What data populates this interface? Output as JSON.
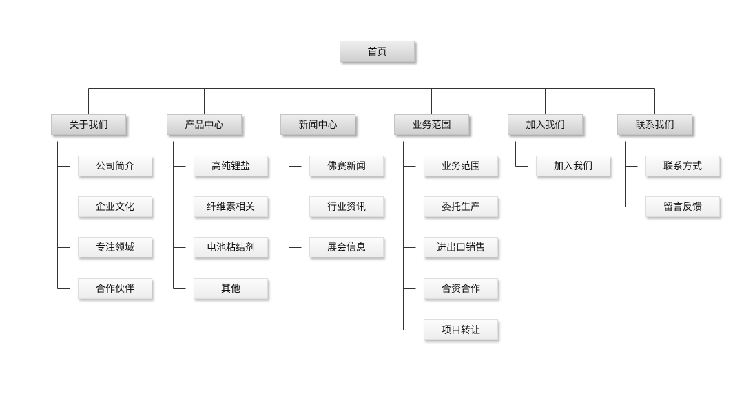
{
  "root": {
    "label": "首页"
  },
  "categories": [
    {
      "label": "关于我们",
      "items": [
        "公司简介",
        "企业文化",
        "专注领域",
        "合作伙伴"
      ]
    },
    {
      "label": "产品中心",
      "items": [
        "高纯锂盐",
        "纤维素相关",
        "电池粘结剂",
        "其他"
      ]
    },
    {
      "label": "新闻中心",
      "items": [
        "佛赛新闻",
        "行业资讯",
        "展会信息"
      ]
    },
    {
      "label": "业务范围",
      "items": [
        "业务范围",
        "委托生产",
        "进出口销售",
        "合资合作",
        "项目转让"
      ]
    },
    {
      "label": "加入我们",
      "items": [
        "加入我们"
      ]
    },
    {
      "label": "联系我们",
      "items": [
        "联系方式",
        "留言反馈"
      ]
    }
  ],
  "colors": {
    "connector": "#333333",
    "text": "#111111"
  }
}
